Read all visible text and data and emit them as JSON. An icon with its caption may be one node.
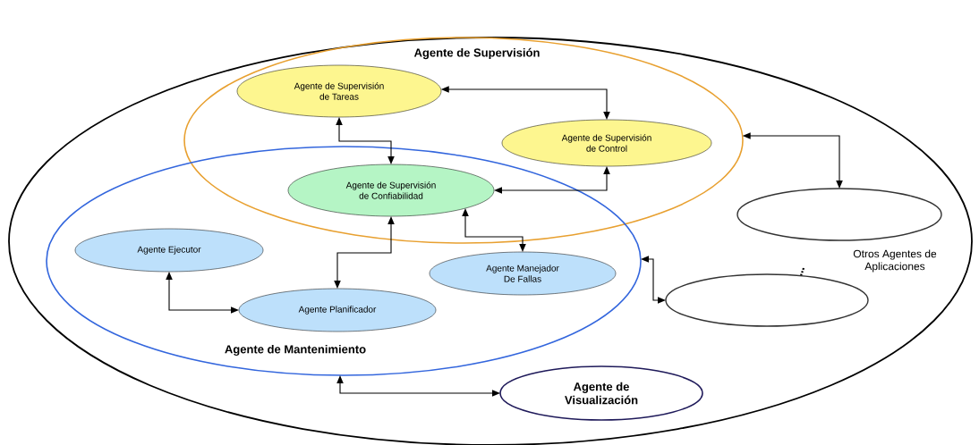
{
  "diagram": {
    "nodes": [
      {
        "text": [
          "Agente de Supervisión"
        ]
      },
      {
        "text": [
          "Agente de Mantenimiento"
        ]
      },
      {
        "text": [
          "Agente de Supervisión de Tareas"
        ],
        "in": 0
      },
      {
        "text": [
          "Agente de Supervisión de Control"
        ],
        "in": 0
      },
      {
        "text": [
          "Agente de Supervisión de Confiabilidad"
        ]
      },
      {
        "text": [
          "Agente Ejecutor"
        ],
        "in": 1
      },
      {
        "text": [
          "Agente Planificador"
        ],
        "in": 1
      },
      {
        "text": [
          "Agente Manejador De Fallas"
        ],
        "in": 1
      },
      {
        "text": [],
        "shape": "circle"
      },
      {
        "text": [],
        "shape": "circle"
      },
      {
        "text": [
          "Agente de Visualización"
        ]
      }
    ],
    "edges": [
      {
        "from": 2,
        "to": 3,
        "arrow": "both"
      },
      {
        "from": 2,
        "to": 4,
        "arrow": "both"
      },
      {
        "from": 3,
        "to": 4,
        "arrow": "both"
      },
      {
        "from": 0,
        "to": 8,
        "arrow": "both"
      },
      {
        "from": 4,
        "to": 6,
        "arrow": "both"
      },
      {
        "from": 4,
        "to": 7,
        "arrow": "both"
      },
      {
        "from": 5,
        "to": 6,
        "arrow": "both"
      },
      {
        "from": 1,
        "to": 9,
        "arrow": "both"
      },
      {
        "from": 1,
        "to": 10,
        "arrow": "both"
      }
    ],
    "labels": [
      "Otros Agentes de Aplicaciones"
    ]
  }
}
